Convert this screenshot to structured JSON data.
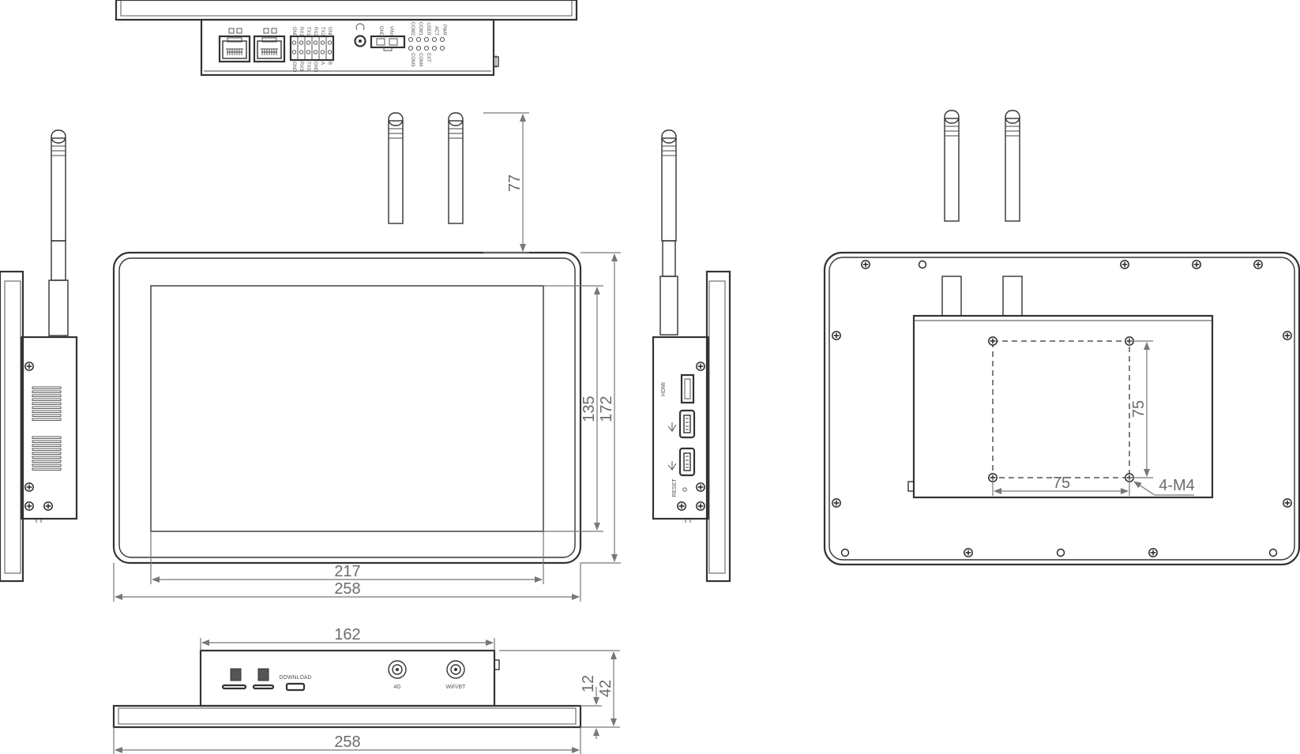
{
  "dimensions": {
    "antenna_height": "77",
    "screen_height": "135",
    "overall_height": "172",
    "screen_width": "217",
    "overall_width": "258",
    "bottom_box_width": "162",
    "bottom_box_depth": "12",
    "total_depth": "42",
    "bottom_overall_width": "258",
    "vesa_width": "75",
    "vesa_height": "75",
    "vesa_screws": "4-M4"
  },
  "side_labels": {
    "hdmi": "HDMI",
    "reset": "RESET"
  },
  "bottom_labels": {
    "download": "DOWNLOAD",
    "ant_4g": "4G",
    "ant_wifi": "WiFi/BT"
  },
  "top_labels": {
    "pin_row_1": [
      "GND",
      "TX2",
      "RX2",
      "TX1",
      "RX1",
      "GND"
    ],
    "pin_row_2": [
      "B",
      "A",
      "GND",
      "TX3",
      "RX3",
      "GND"
    ],
    "power_block": [
      "GND",
      "VIN+"
    ],
    "led_row_1": [
      "PWR",
      "ACT",
      "USER",
      "COM1",
      "COM2"
    ],
    "led_row_2": [
      "COM3",
      "COM4",
      "EXT"
    ]
  }
}
